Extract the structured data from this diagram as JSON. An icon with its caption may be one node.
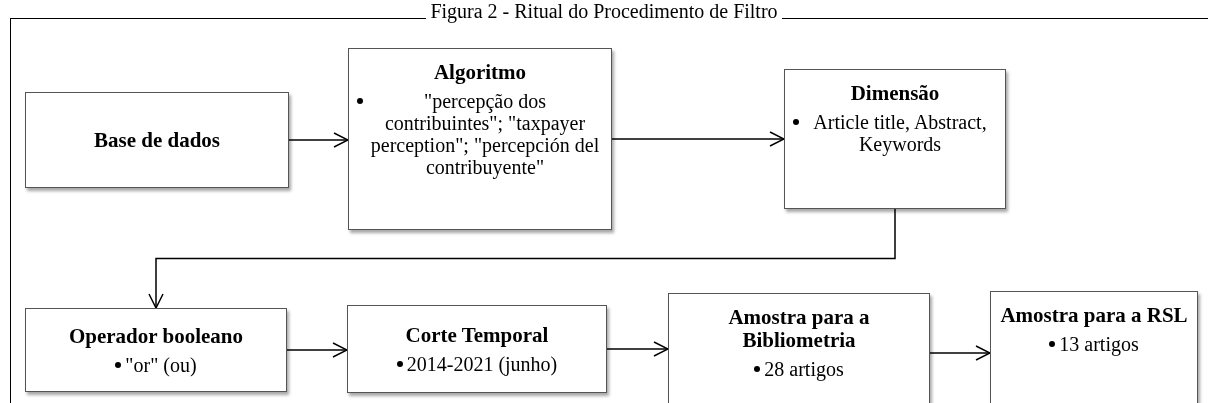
{
  "diagram": {
    "title": "Figura 2 - Ritual do Procedimento de Filtro",
    "nodes": [
      {
        "text": [
          "Base de dados"
        ]
      },
      {
        "text": [
          "Algoritmo",
          "\"percepção dos contribuintes\"; \"taxpayer perception\"; \"percepción del contribuyente\""
        ]
      },
      {
        "text": [
          "Dimensão",
          "Article title, Abstract, Keywords"
        ]
      },
      {
        "text": [
          "Operador booleano",
          "\"or\" (ou)"
        ]
      },
      {
        "text": [
          "Corte Temporal",
          "2014-2021 (junho)"
        ]
      },
      {
        "text": [
          "Amostra para a Bibliometria",
          "28 artigos"
        ]
      },
      {
        "text": [
          "Amostra para a RSL",
          "13 artigos"
        ]
      }
    ],
    "edges": [
      {
        "from": 0,
        "to": 1,
        "arrow": "to"
      },
      {
        "from": 1,
        "to": 2,
        "arrow": "to"
      },
      {
        "from": 2,
        "to": 3,
        "arrow": "to"
      },
      {
        "from": 3,
        "to": 4,
        "arrow": "to"
      },
      {
        "from": 4,
        "to": 5,
        "arrow": "to"
      },
      {
        "from": 5,
        "to": 6,
        "arrow": "to"
      }
    ]
  }
}
